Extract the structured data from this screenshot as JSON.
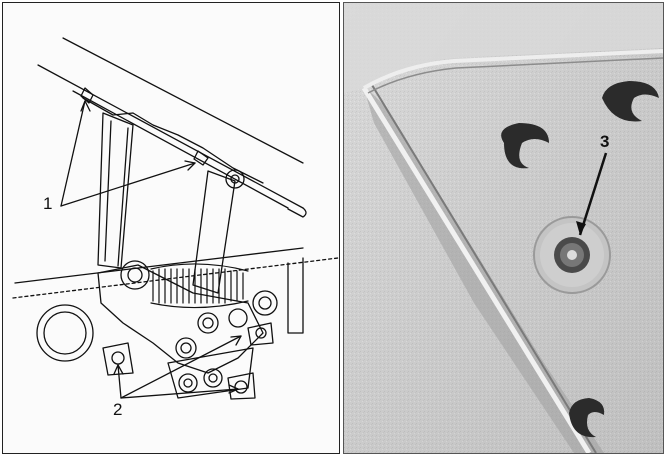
{
  "figure_left": {
    "callouts": {
      "c1": "1",
      "c2": "2"
    }
  },
  "figure_right": {
    "callouts": {
      "c3": "3"
    }
  },
  "colors": {
    "ink": "#111111",
    "photo_bg": "#cfcfcf",
    "photo_dark": "#2b2b2b"
  }
}
